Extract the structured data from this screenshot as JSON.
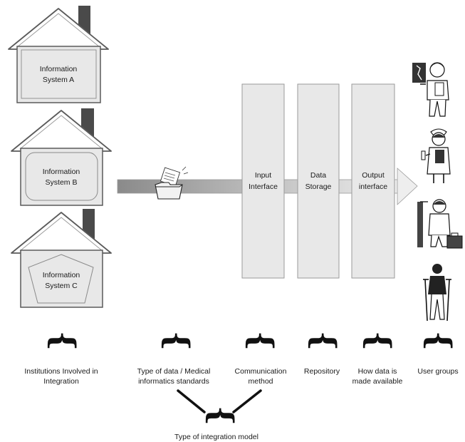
{
  "houses": [
    {
      "line1": "Information",
      "line2": "System A"
    },
    {
      "line1": "Information",
      "line2": "System B"
    },
    {
      "line1": "Information",
      "line2": "System C"
    }
  ],
  "columns": [
    {
      "line1": "Input",
      "line2": "Interface"
    },
    {
      "line1": "Data",
      "line2": "Storage"
    },
    {
      "line1": "Output",
      "line2": "interface"
    }
  ],
  "captions": {
    "institutions": {
      "line1": "Institutions Involved in",
      "line2": "Integration"
    },
    "data_type": {
      "line1": "Type of data / Medical",
      "line2": "informatics standards"
    },
    "communication": {
      "line1": "Communication",
      "line2": "method"
    },
    "repository": {
      "line1": "Repository"
    },
    "availability": {
      "line1": "How data is",
      "line2": "made available"
    },
    "user_groups": {
      "line1": "User groups"
    },
    "integration_model": {
      "line1": "Type of integration model"
    }
  },
  "icons": [
    "house-icon",
    "folder-documents-icon",
    "doctor-xray-icon",
    "nurse-icon",
    "medic-stretcher-icon",
    "patient-crutches-icon"
  ],
  "colors": {
    "line": "#5a5a5a",
    "fill": "#e8e8e8",
    "arrow_dark": "#8a8a8a",
    "arrow_light": "#e6e6e6"
  }
}
